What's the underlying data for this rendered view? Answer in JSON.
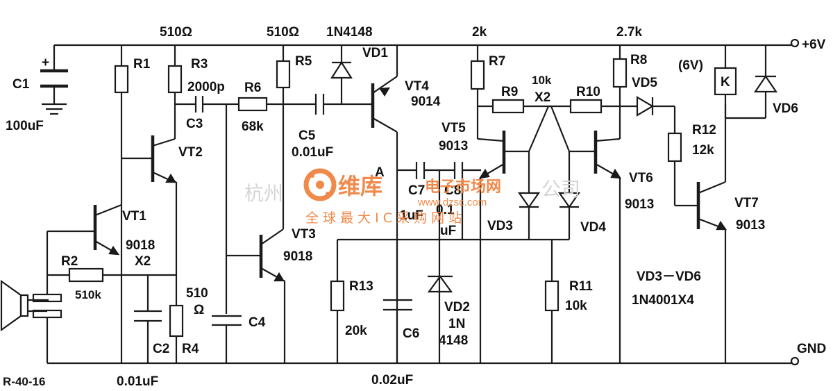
{
  "supply": {
    "pos": "+6V",
    "gnd": "GND"
  },
  "speaker": {
    "model": "R-40-16"
  },
  "caps": {
    "c1": {
      "ref": "C1",
      "plus": "+",
      "value": "100uF"
    },
    "c2": {
      "ref": "C2",
      "value": "0.01uF"
    },
    "c3": {
      "ref": "C3",
      "value": "2000p"
    },
    "c4": {
      "ref": "C4"
    },
    "c5": {
      "ref": "C5",
      "value": "0.01uF"
    },
    "c6": {
      "ref": "C6",
      "value": "0.02uF"
    },
    "c7": {
      "ref": "C7",
      "value": "1uF"
    },
    "c8": {
      "ref": "C8",
      "value_a": "0.1",
      "value_b": "uF"
    }
  },
  "resistors": {
    "r1": {
      "ref": "R1"
    },
    "r2": {
      "ref": "R2",
      "value": "510k"
    },
    "r3": {
      "ref": "R3",
      "value": "510Ω"
    },
    "r4": {
      "ref": "R4",
      "value_a": "510",
      "value_b": "Ω"
    },
    "r5": {
      "ref": "R5",
      "value": "510Ω"
    },
    "r6": {
      "ref": "R6",
      "value": "68k"
    },
    "r7": {
      "ref": "R7",
      "value": "2k"
    },
    "r8": {
      "ref": "R8",
      "value": "2.7k"
    },
    "r9": {
      "ref": "R9",
      "shared_value_a": "10k",
      "shared_value_b": "X2"
    },
    "r10": {
      "ref": "R10"
    },
    "r11": {
      "ref": "R11",
      "value": "10k"
    },
    "r12": {
      "ref": "R12",
      "value": "12k"
    },
    "r13": {
      "ref": "R13",
      "value": "20k"
    }
  },
  "transistors": {
    "vt1": {
      "ref": "VT1",
      "model": "9018",
      "mult": "X2"
    },
    "vt2": {
      "ref": "VT2"
    },
    "vt3": {
      "ref": "VT3",
      "model": "9018"
    },
    "vt4": {
      "ref": "VT4",
      "model": "9014"
    },
    "vt5": {
      "ref": "VT5",
      "model": "9013"
    },
    "vt6": {
      "ref": "VT6",
      "model": "9013"
    },
    "vt7": {
      "ref": "VT7",
      "model": "9013"
    }
  },
  "diodes": {
    "vd1": {
      "ref": "VD1",
      "model": "1N4148"
    },
    "vd2": {
      "ref": "VD2",
      "model_a": "1N",
      "model_b": "4148"
    },
    "vd3": {
      "ref": "VD3"
    },
    "vd4": {
      "ref": "VD4"
    },
    "vd5": {
      "ref": "VD5"
    },
    "vd6": {
      "ref": "VD6"
    },
    "vd_group": {
      "range": "VD3－VD6",
      "model": "1N4001X4"
    }
  },
  "relay": {
    "ref": "K",
    "voltage": "(6V)"
  },
  "node_a": {
    "ref": "A"
  },
  "watermark": {
    "grey_left": "杭州",
    "grey_right": "公司",
    "brand": "维库",
    "market": "电子市场网",
    "url": "www.dzsc.com",
    "slogan": "全 球 最 大 I C 采 购 网 站"
  },
  "colors": {
    "line": "#1a1a1a",
    "background": "#ffffff",
    "watermark_orange": "#f08a4b",
    "watermark_grey": "#d4d4d4"
  }
}
